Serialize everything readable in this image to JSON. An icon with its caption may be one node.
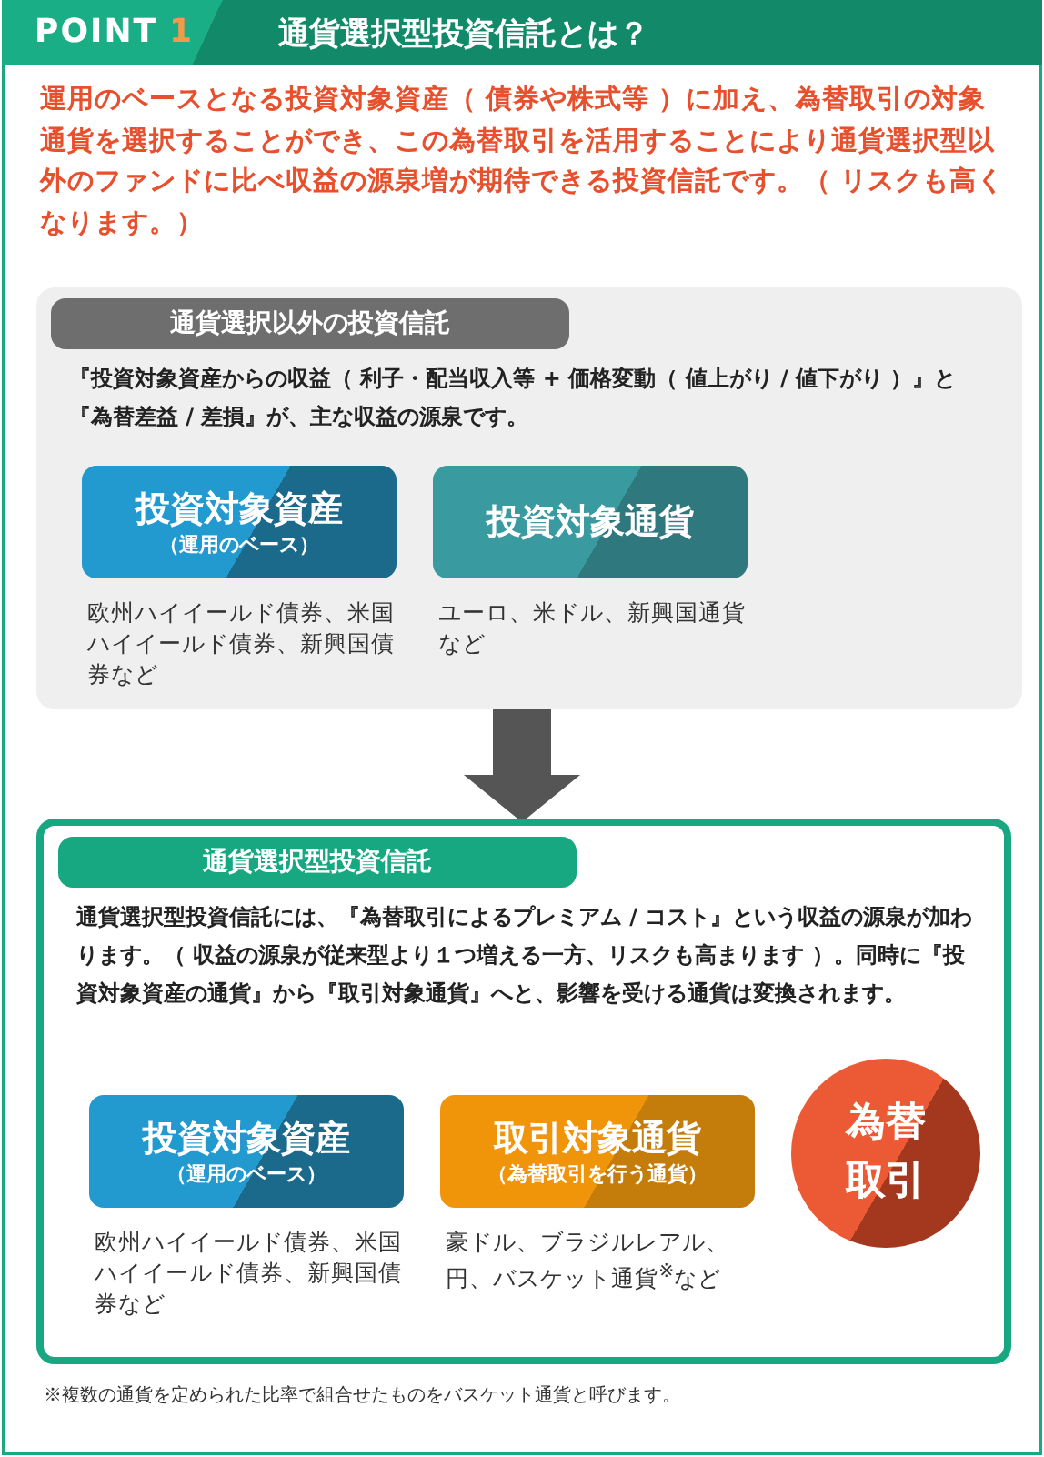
{
  "diagram": {
    "title": "通貨選択型投資信託とは？",
    "nodes": [
      {
        "text": [
          "通貨選択以外の投資信託",
          "『投資対象資産からの収益（ 利子・配当収入等 + 価格変動（ 値上がり / 値下がり ）』と『為替差益 / 差損』が、主な収益の源泉です。"
        ]
      },
      {
        "text": [
          "投資対象資産",
          "（運用のベース）"
        ],
        "in": 0,
        "beside": [
          "欧州ハイイールド債券、米国ハイイールド債券、新興国債券など"
        ]
      },
      {
        "text": [
          "投資対象通貨"
        ],
        "in": 0,
        "beside": [
          "ユーロ、米ドル、新興国通貨など"
        ]
      },
      {
        "text": [
          "通貨選択型投資信託",
          "通貨選択型投資信託には、『為替取引によるプレミアム / コスト』という収益の源泉が加わります。（ 収益の源泉が従来型より１つ増える一方、リスクも高まります ）。同時に『投資対象資産の通貨』から『取引対象通貨』へと、影響を受ける通貨は変換されます。"
        ]
      },
      {
        "text": [
          "投資対象資産",
          "（運用のベース）"
        ],
        "in": 3,
        "beside": [
          "欧州ハイイールド債券、米国ハイイールド債券、新興国債券など"
        ]
      },
      {
        "text": [
          "取引対象通貨",
          "（為替取引を行う通貨）"
        ],
        "in": 3,
        "beside": [
          "豪ドル、ブラジルレアル、円、バスケット通貨$^{※}$など"
        ]
      },
      {
        "text": [
          "為替取引"
        ],
        "in": 3
      }
    ],
    "edges": [
      {
        "from": 0,
        "to": 3,
        "arrow": "to"
      }
    ],
    "labels": [
      "POINT",
      "1",
      "運用のベースとなる投資対象資産（ 債券や株式等 ）に加え、為替取引の対象通貨を選択することができ、この為替取引を活用することにより通貨選択型以外のファンドに比べ収益の源泉増が期待できる投資信託です。（ リスクも高くなります。）",
      "※複数の通貨を定められた比率で組合せたものをバスケット通貨と呼びます。"
    ]
  }
}
